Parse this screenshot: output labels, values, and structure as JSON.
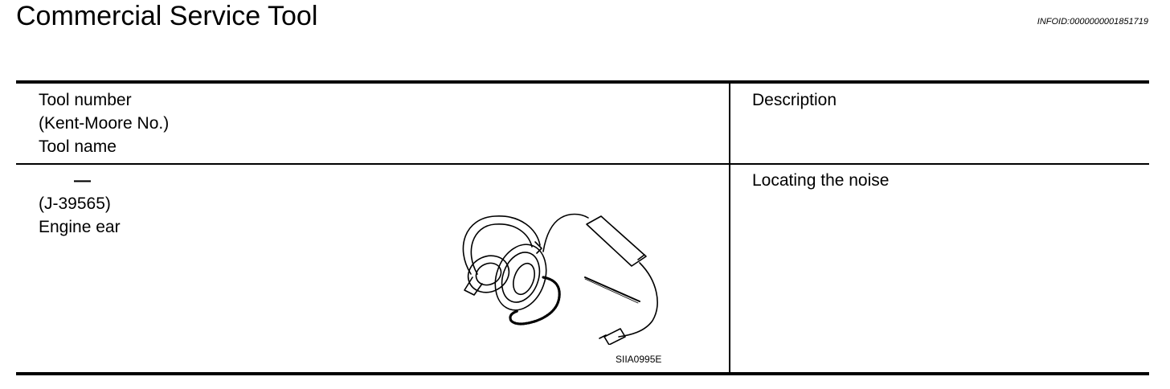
{
  "page": {
    "title": "Commercial Service Tool",
    "info_id": "INFOID:0000000001851719"
  },
  "table": {
    "header": {
      "left_lines": [
        "Tool number",
        "(Kent-Moore No.)",
        "Tool name"
      ],
      "right": "Description"
    },
    "rows": [
      {
        "tool_number": "—",
        "kent_moore": "(J-39565)",
        "tool_name": "Engine ear",
        "description": "Locating the noise",
        "figure_code": "SIIA0995E",
        "illustration_icon": "headphones-probe-icon"
      }
    ]
  }
}
